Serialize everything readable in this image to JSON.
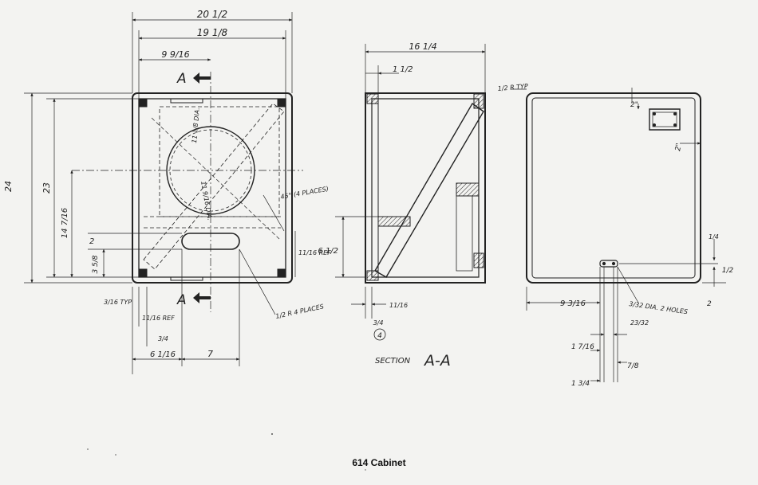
{
  "caption": "614 Cabinet",
  "front": {
    "dims": {
      "width_outer": "20 1/2",
      "width_inner": "19 1/8",
      "speaker_offset_x": "9 9/16",
      "height_outer": "24",
      "height_inner": "23",
      "speaker_center_y": "14 7/16",
      "port_height": "2",
      "port_offset_y": "3 5/8",
      "bottom_gap": "3/16 TYP",
      "ref": "11/16 REF",
      "three_quarter": "3/4",
      "port_x": "6 1/16",
      "port_width": "7",
      "ref_right": "11/16 REF"
    },
    "labels": {
      "section_mark": "A",
      "cutout_dia": "11 1/8 DIA.",
      "baffle_dia": "11 9/16 DIA.",
      "angle_note": "45° (4 PLACES)",
      "radius_note": "1/2 R 4 PLACES"
    }
  },
  "section": {
    "dims": {
      "depth": "16 1/4",
      "top_offset": "1 1/2",
      "shelf_height": "6 1/2",
      "bottom": "11/16",
      "thick": "3/4"
    },
    "title": "SECTION",
    "section_mark": "A-A",
    "mark": "4"
  },
  "back": {
    "dims": {
      "radius_typ": "1/2 R TYP",
      "plate_top": "2\"",
      "plate_right": "2\"",
      "hole_x": "9 3/16",
      "hole_note": "3/32 DIA. 2 HOLES",
      "hole_gap": "23/32",
      "hole_y1": "1 7/16",
      "hole_y2": "7/8",
      "hole_y3": "1 3/4",
      "right_small": "1/4",
      "right_half": "1/2",
      "right_two": "2"
    }
  }
}
